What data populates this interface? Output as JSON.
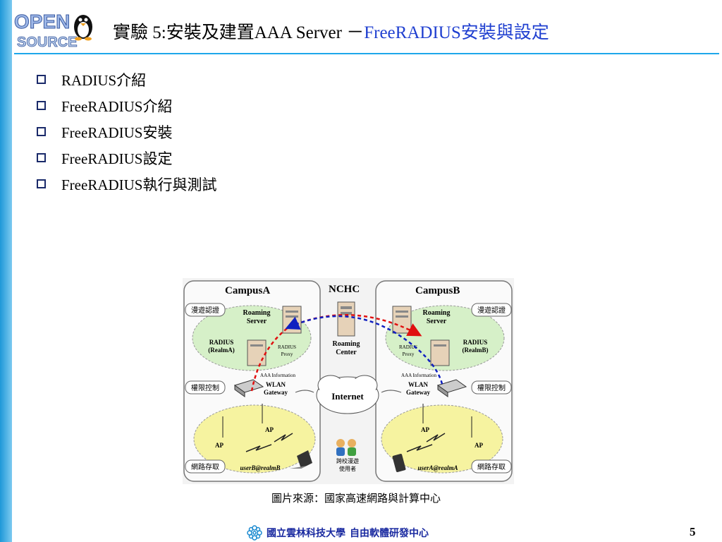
{
  "slide": {
    "title_main": "實驗 5:安裝及建置AAA Server －",
    "title_highlight": "FreeRADIUS安裝與設定",
    "bullets": [
      "RADIUS介紹",
      "FreeRADIUS介紹",
      "FreeRADIUS安裝",
      "FreeRADIUS設定",
      "FreeRADIUS執行與測試"
    ],
    "caption": "圖片來源：國家高速網路與計算中心",
    "footer_left": "國立雲林科技大學",
    "footer_right": "自由軟體研發中心",
    "page_number": "5"
  },
  "logo": {
    "word_top": "OPEN",
    "word_bottom": "SOURCE",
    "icon": "tux-penguin-icon"
  },
  "diagram": {
    "campus_a": "CampusA",
    "campus_b": "CampusB",
    "nchc": "NCHC",
    "roaming_center": [
      "Roaming",
      "Center"
    ],
    "roaming_server_a": [
      "Roaming",
      "Server"
    ],
    "roaming_server_b": [
      "Roaming",
      "Server"
    ],
    "radius_a": [
      "RADIUS",
      "(RealmA)"
    ],
    "radius_b": [
      "RADIUS",
      "(RealmB)"
    ],
    "proxy_a": [
      "RADIUS",
      "Proxy"
    ],
    "proxy_b": [
      "RADIUS",
      "Proxy"
    ],
    "aaa_info": "AAA Information",
    "gateway_a": [
      "WLAN",
      "Gateway"
    ],
    "gateway_b": [
      "WLAN",
      "Gateway"
    ],
    "internet": "Internet",
    "ap": "AP",
    "user_a": "userB@realmB",
    "user_b": "userA@realmA",
    "tag_roaming_auth": "漫遊認證",
    "tag_access_control": "權限控制",
    "tag_network_access": "網路存取",
    "cross_user": [
      "跨校漫遊",
      "使用者"
    ]
  },
  "colors": {
    "accent": "#1ea7ea",
    "title_highlight": "#1f3fd0",
    "footer": "#1a2aa0"
  }
}
